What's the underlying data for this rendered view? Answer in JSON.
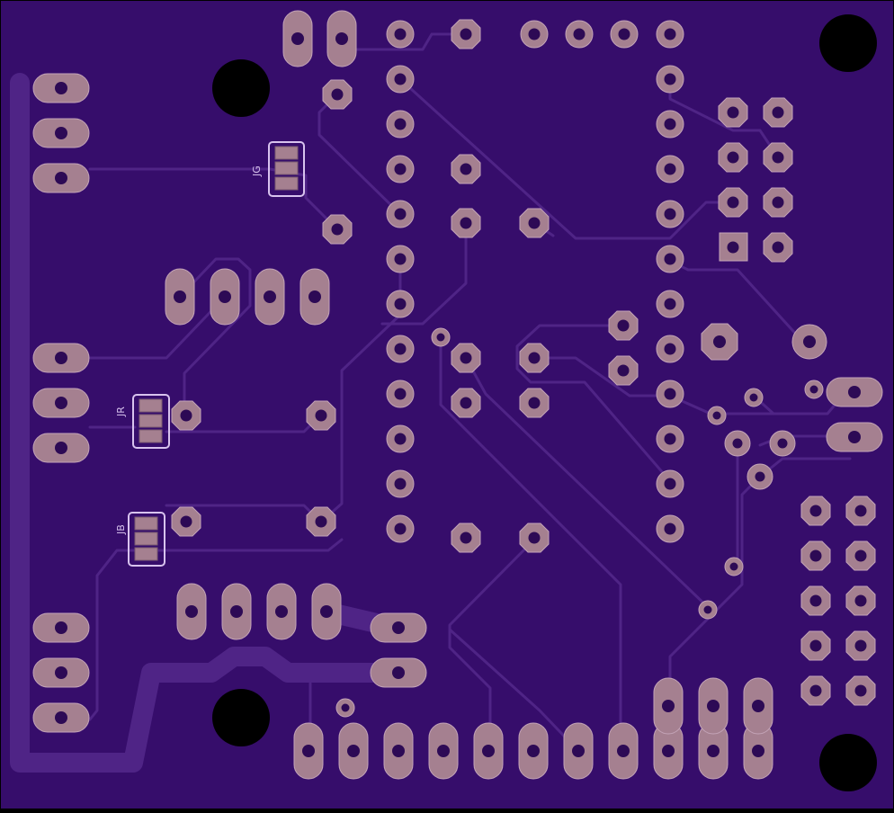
{
  "board": {
    "colors": {
      "substrate": "#360d6b",
      "trace": "#4f2486",
      "pad": "#a58090",
      "pad_outline": "#c4a4b8",
      "drill": "#2d0a55",
      "hole": "#000000",
      "silkscreen": "#d8c3ee",
      "edge": "#000000"
    },
    "labels": {
      "jumper_g": "JG",
      "jumper_r": "JR",
      "jumper_b": "JB"
    },
    "mounting_holes": 4,
    "microcontroller_pins_per_side": 12
  }
}
